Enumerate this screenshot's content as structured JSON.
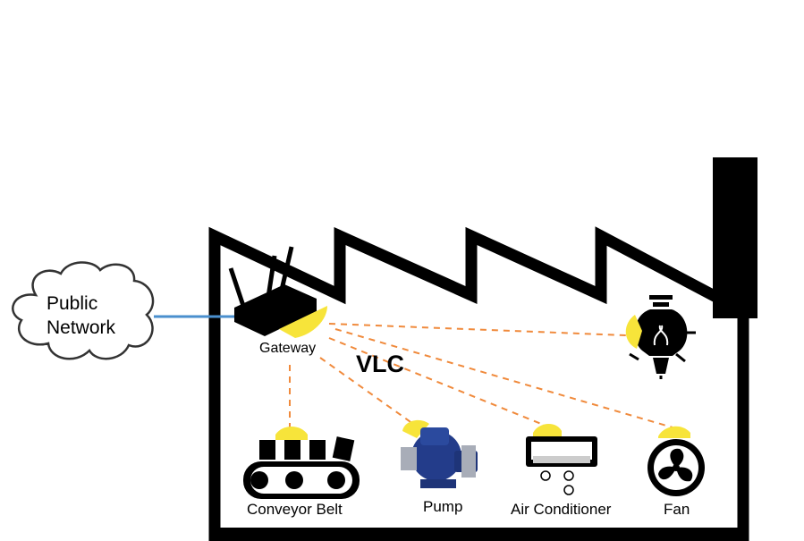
{
  "network": {
    "label_line1": "Public",
    "label_line2": "Network"
  },
  "gateway": {
    "label": "Gateway"
  },
  "link": {
    "label": "VLC"
  },
  "devices": {
    "conveyor": "Conveyor Belt",
    "pump": "Pump",
    "air_conditioner": "Air Conditioner",
    "fan": "Fan"
  },
  "colors": {
    "outline": "#000000",
    "light_beam": "#f7e43a",
    "vlc_link": "#f08a3c",
    "network_link": "#4a8fce",
    "pump_body": "#233c8a"
  },
  "icons": [
    "cloud-icon",
    "router-icon",
    "light-bulb-icon",
    "conveyor-belt-icon",
    "pump-icon",
    "air-conditioner-icon",
    "fan-icon"
  ]
}
